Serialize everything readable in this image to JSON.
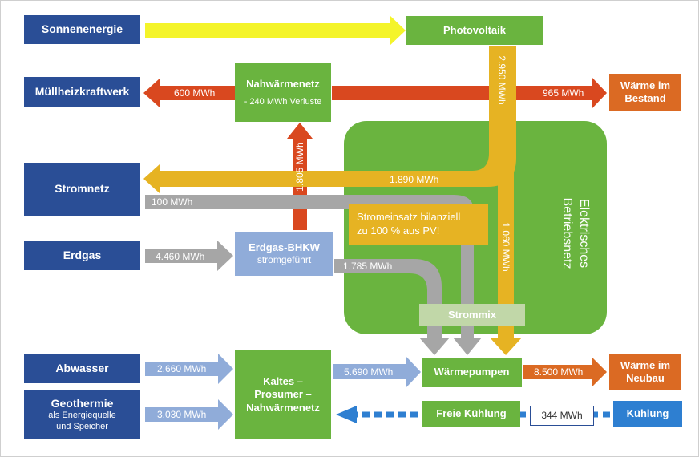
{
  "nodes": {
    "sonnenenergie": "Sonnenenergie",
    "photovoltaik": "Photovoltaik",
    "muellheizkraftwerk": "Müllheizkraftwerk",
    "nahwaermenetz": "Nahwärmenetz",
    "nahwaermenetz_sub": "- 240 MWh Verluste",
    "waerme_bestand_1": "Wärme im",
    "waerme_bestand_2": "Bestand",
    "stromnetz": "Stromnetz",
    "erdgas": "Erdgas",
    "bhkw": "Erdgas-BHKW",
    "bhkw_sub": "stromgeführt",
    "abwasser": "Abwasser",
    "geothermie": "Geothermie",
    "geothermie_sub1": "als Energiequelle",
    "geothermie_sub2": "und Speicher",
    "kaltes_1": "Kaltes –",
    "kaltes_2": "Prosumer –",
    "kaltes_3": "Nahwärmenetz",
    "waermepumpen": "Wärmepumpen",
    "waerme_neubau_1": "Wärme im",
    "waerme_neubau_2": "Neubau",
    "freie_kuehlung": "Freie Kühlung",
    "kuehlung": "Kühlung",
    "strommix": "Strommix",
    "betriebsnetz_1": "Elektrisches",
    "betriebsnetz_2": "Betriebsnetz",
    "stromeinsatz_1": "Stromeinsatz bilanziell",
    "stromeinsatz_2": "zu 100 % aus PV!"
  },
  "flows": {
    "mhkw": "600 MWh",
    "bestand": "965 MWh",
    "pv_total": "2.950 MWh",
    "pv_grid": "1.890 MWh",
    "pv_wp": "1.060 MWh",
    "bhkw_heat": "1.805 MWh",
    "grid_import": "100 MWh",
    "erdgas": "4.460 MWh",
    "bhkw_el": "1.785 MWh",
    "abwasser": "2.660 MWh",
    "geothermie": "3.030 MWh",
    "kaltes_wp": "5.690 MWh",
    "neubau": "8.500 MWh",
    "kuehlung": "344 MWh"
  },
  "colors": {
    "dark_blue": "#2a4e96",
    "green": "#6ab43f",
    "orange": "#db6a23",
    "red_arrow": "#d9481f",
    "yellow": "#f4f42a",
    "gold": "#e6b323",
    "gray": "#a6a6a6",
    "light_blue": "#90acd9",
    "bright_blue": "#2e7fd1"
  }
}
